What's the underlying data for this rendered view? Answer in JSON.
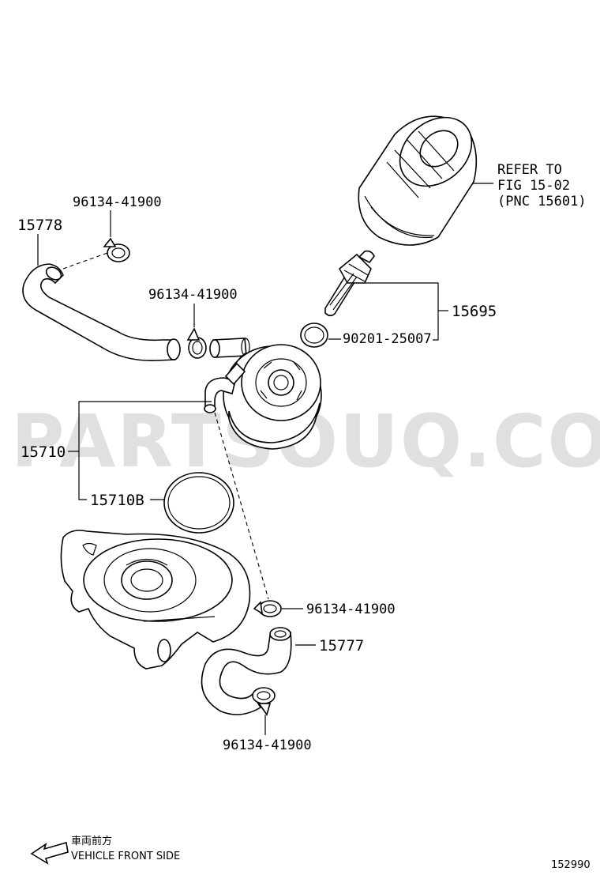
{
  "watermark": "PARTSOUQ.COM",
  "refer": {
    "line1": "REFER TO",
    "line2": "FIG 15-02",
    "line3": "(PNC 15601)"
  },
  "labels": {
    "hose_upper": "15778",
    "clamp_upper_left": "96134-41900",
    "clamp_upper_mid": "96134-41900",
    "union_bolt": "15695",
    "gasket": "90201-25007",
    "cooler_assy": "15710",
    "cooler_gasket": "15710B",
    "clamp_lower_right": "96134-41900",
    "hose_lower": "15777",
    "clamp_lower_bottom": "96134-41900"
  },
  "footer": {
    "direction_jp": "車両前方",
    "direction_en": "VEHICLE FRONT SIDE",
    "figure_number": "152990"
  }
}
